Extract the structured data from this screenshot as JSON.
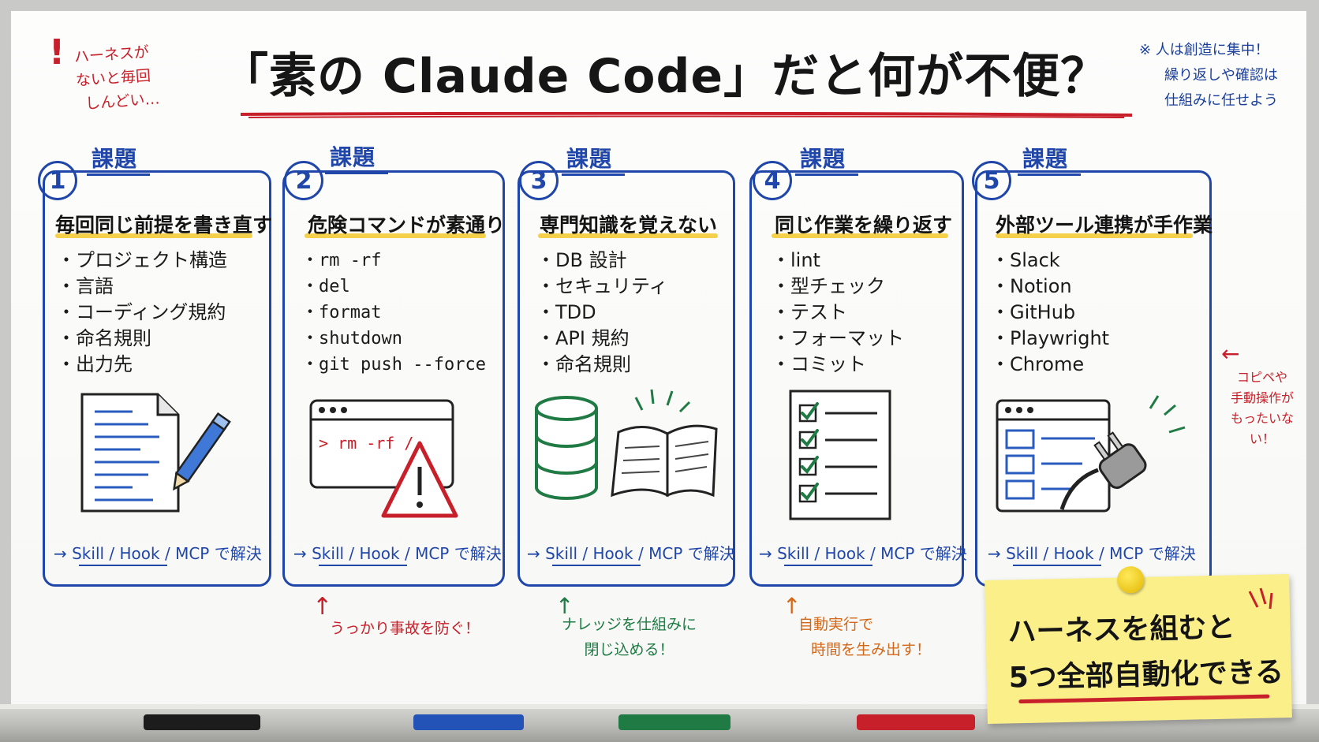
{
  "title": "「素の Claude Code」だと何が不便？",
  "left_note": {
    "mark": "!",
    "lines": [
      "ハーネスが",
      "ないと毎回",
      "しんどい…"
    ]
  },
  "right_note": {
    "lines": [
      "※ 人は創造に集中！",
      "繰り返しや確認は",
      "仕組みに任せよう"
    ]
  },
  "columns": [
    {
      "num": "1",
      "tag": "課題",
      "heading": "毎回同じ前提を書き直す",
      "items": [
        "プロジェクト構造",
        "言語",
        "コーディング規約",
        "命名規則",
        "出力先"
      ],
      "solve": "→ Skill / Hook / MCP で解決",
      "icon": "document-pencil-icon"
    },
    {
      "num": "2",
      "tag": "課題",
      "heading": "危険コマンドが素通り",
      "items": [
        "rm -rf",
        "del",
        "format",
        "shutdown",
        "git push --force"
      ],
      "solve": "→ Skill / Hook / MCP で解決",
      "icon": "terminal-warning-icon",
      "terminal_text": "> rm -rf /"
    },
    {
      "num": "3",
      "tag": "課題",
      "heading": "専門知識を覚えない",
      "items": [
        "DB 設計",
        "セキュリティ",
        "TDD",
        "API 規約",
        "命名規則"
      ],
      "solve": "→ Skill / Hook / MCP で解決",
      "icon": "database-book-icon"
    },
    {
      "num": "4",
      "tag": "課題",
      "heading": "同じ作業を繰り返す",
      "items": [
        "lint",
        "型チェック",
        "テスト",
        "フォーマット",
        "コミット"
      ],
      "solve": "→ Skill / Hook / MCP で解決",
      "icon": "checklist-icon"
    },
    {
      "num": "5",
      "tag": "課題",
      "heading": "外部ツール連携が手作業",
      "items": [
        "Slack",
        "Notion",
        "GitHub",
        "Playwright",
        "Chrome"
      ],
      "solve": "→ Skill / Hook / MCP で解決",
      "icon": "window-plug-icon"
    }
  ],
  "captions": {
    "c2": "うっかり事故を防ぐ！",
    "c3": [
      "ナレッジを仕組みに",
      "閉じ込める！"
    ],
    "c4": [
      "自動実行で",
      "時間を生み出す！"
    ],
    "side": [
      "コピペや",
      "手動操作が",
      "もったいない！"
    ]
  },
  "sticky": {
    "lines": [
      "ハーネスを組むと",
      "5つ全部自動化できる"
    ]
  },
  "colors": {
    "blue": "#1f46a8",
    "red": "#c8202a",
    "green": "#1f7a44",
    "orange": "#d4681a",
    "highlight": "#f3c82a",
    "sticky": "#fbef8a"
  },
  "markers": [
    "black",
    "blue",
    "green",
    "red"
  ]
}
